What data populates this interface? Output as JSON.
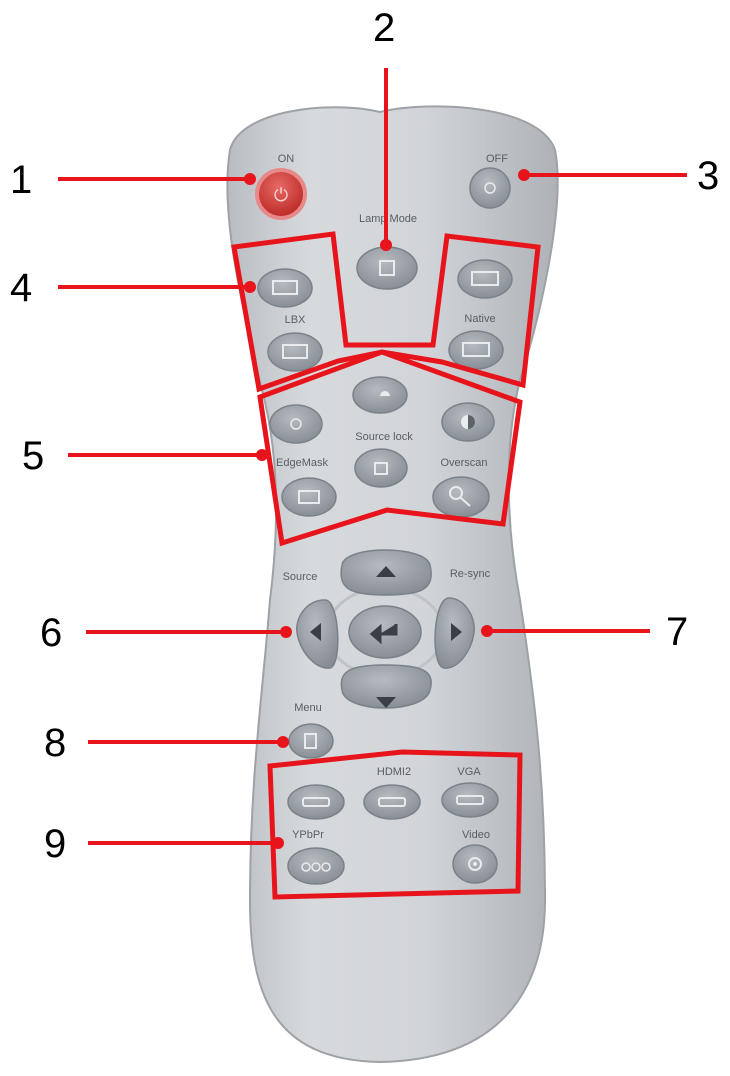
{
  "remote": {
    "buttons": {
      "on": "ON",
      "off": "OFF",
      "lamp_mode": "Lamp Mode",
      "lbx": "LBX",
      "native": "Native",
      "source_lock": "Source lock",
      "edge_mask": "EdgeMask",
      "overscan": "Overscan",
      "source": "Source",
      "re_sync": "Re-sync",
      "menu": "Menu",
      "hdmi2": "HDMI2",
      "vga": "VGA",
      "ypbpr": "YPbPr",
      "video": "Video"
    },
    "colors": {
      "body": "#c9ccd0",
      "button": "#9da3aa",
      "power_on": "#c9302c",
      "callout": "#e8141b"
    }
  },
  "callouts": [
    "1",
    "2",
    "3",
    "4",
    "5",
    "6",
    "7",
    "8",
    "9"
  ]
}
